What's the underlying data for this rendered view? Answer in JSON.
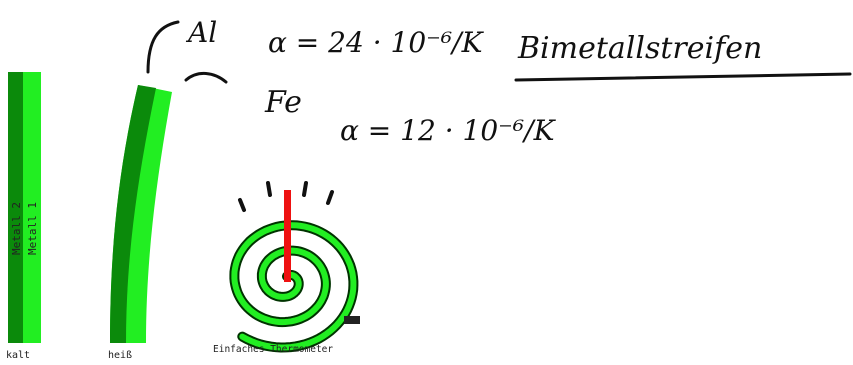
{
  "strip_labels": {
    "metal1": "Metall 1",
    "metal2": "Metall 2"
  },
  "captions": {
    "cold": "kalt",
    "hot": "heiß",
    "thermometer": "Einfaches Thermometer"
  },
  "notes": {
    "al_symbol": "Al",
    "al_coefficient": "α = 24 · 10⁻⁶/K",
    "title": "Bimetallstreifen",
    "fe_symbol": "Fe",
    "fe_coefficient": "α = 12 · 10⁻⁶/K"
  },
  "colors": {
    "dark_green": "#0b8a0b",
    "light_green": "#22ee22",
    "needle": "#ee1111",
    "ink": "#111111"
  }
}
